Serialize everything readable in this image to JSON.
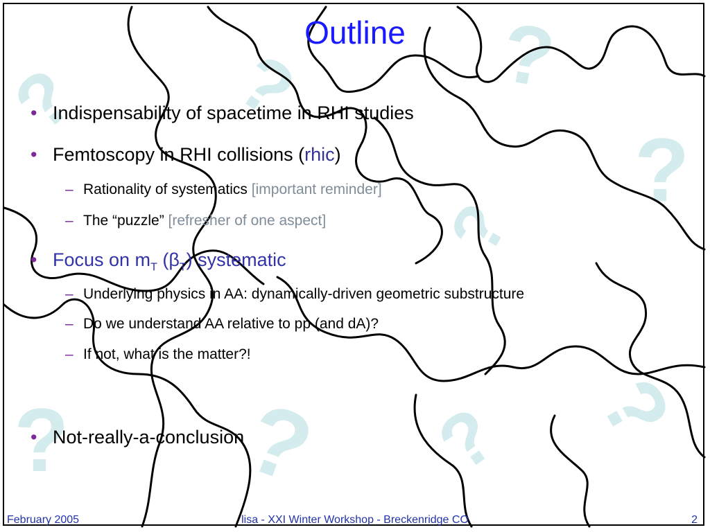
{
  "slide": {
    "title": "Outline",
    "items": [
      {
        "text": "Indispensability of spacetime in RHI studies"
      },
      {
        "text": "Femtoscopy in RHI collisions (",
        "accent": "rhic",
        "tail": ")"
      },
      {
        "sub": [
          {
            "text": "Rationality of systematics ",
            "note": "[important reminder]"
          },
          {
            "text": "The “puzzle” ",
            "note": "[refresher of one aspect]"
          }
        ]
      },
      {
        "focus": {
          "a": "Focus on m",
          "sub1": "T",
          "b": " (",
          "beta": "β",
          "sub2": "T",
          "c": ") systematic"
        }
      },
      {
        "sub": [
          {
            "text": "Underlying physics in AA: dynamically-driven geometric substructure"
          },
          {
            "text": "Do we understand AA relative to pp (and dA)?"
          },
          {
            "text": "If not, what is the matter?!"
          }
        ]
      },
      {
        "text": "Not-really-a-conclusion"
      }
    ],
    "bullet_glyph": "•",
    "dash_glyph": "–"
  },
  "background": {
    "qmark_glyph": "?",
    "qmark_color": "#d4ecee",
    "puzzle_line_color": "#000000"
  },
  "footer": {
    "date": "February 2005",
    "center": "lisa - XXI Winter Workshop - Breckenridge CO",
    "page": "2"
  },
  "colors": {
    "title": "#1a1aff",
    "accent": "#333399",
    "note": "#7f8c9a",
    "bullet": "#7a2a9c",
    "footer": "#2233aa"
  }
}
